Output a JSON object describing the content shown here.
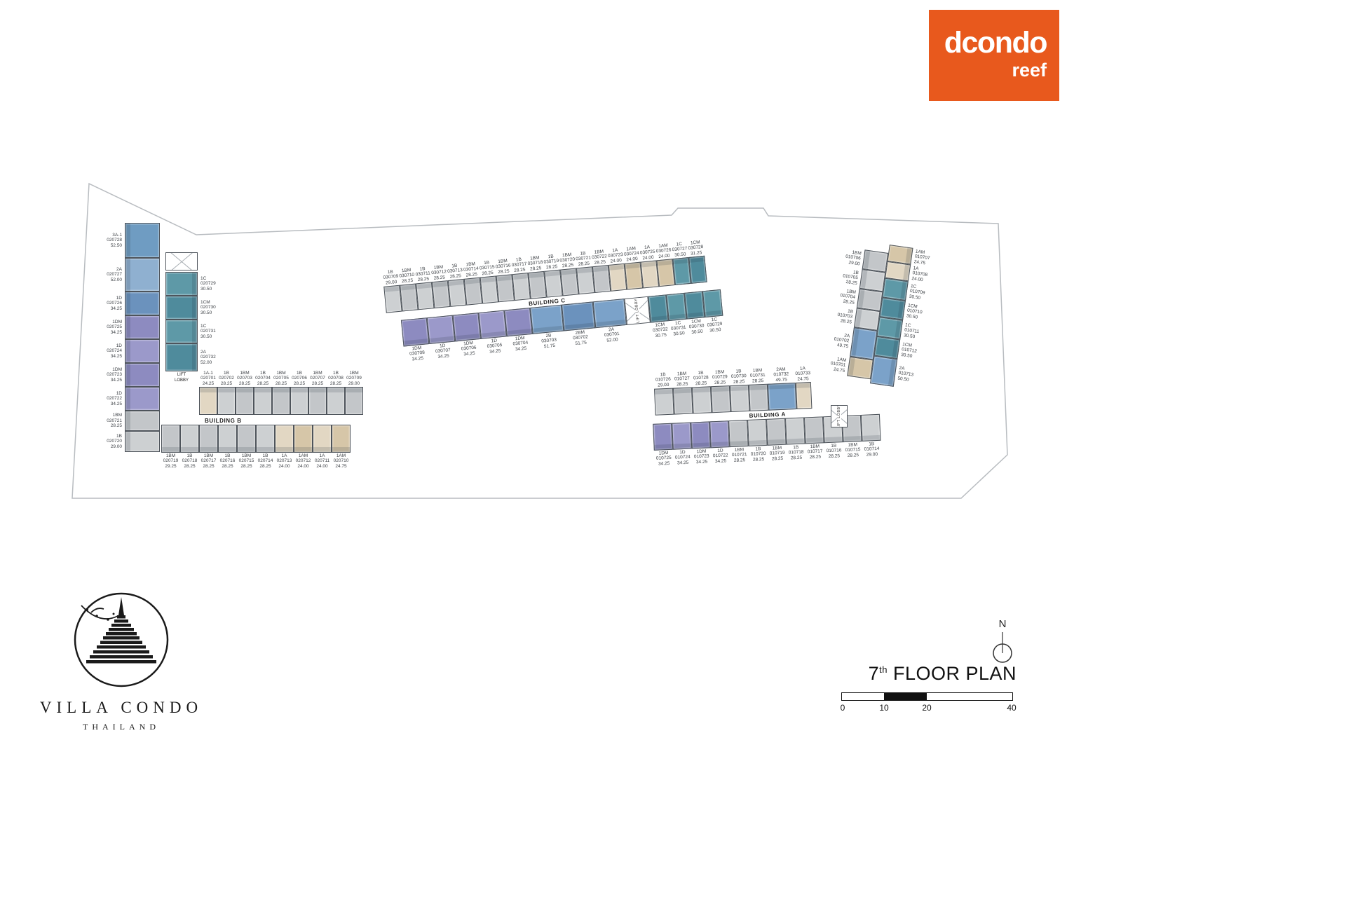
{
  "branding": {
    "dcondo_name": "dcondo",
    "dcondo_sub": "reef",
    "villa_name": "VILLA CONDO",
    "villa_sub": "THAILAND"
  },
  "title": {
    "floor_number": "7",
    "floor_suffix": "th",
    "text": " FLOOR PLAN",
    "north_label": "N",
    "scale_ticks": [
      "0",
      "10",
      "20",
      "40"
    ]
  },
  "colors": {
    "accent_orange": "#E8591D",
    "site_outline": "#b8bcc0"
  },
  "labels": {
    "building_a": "BUILDING A",
    "building_b": "BUILDING B",
    "building_c": "BUILDING C",
    "lift": "LIFT",
    "lobby": "LOBBY",
    "lift_lobby": "LIFT LOBBY"
  },
  "buildings": {
    "b": {
      "vertical_units": [
        {
          "type": "3A-1",
          "no": "020728",
          "area": "52.50",
          "color": "#6f9cc2",
          "h": 50
        },
        {
          "type": "2A",
          "no": "020727",
          "area": "52.00",
          "color": "#8fb0d0",
          "h": 48
        },
        {
          "type": "1D",
          "no": "020726",
          "area": "34.25",
          "color": "#6b92bd",
          "h": 34
        },
        {
          "type": "1DM",
          "no": "020725",
          "area": "34.25",
          "color": "#8d8bc0",
          "h": 34
        },
        {
          "type": "1D",
          "no": "020724",
          "area": "34.25",
          "color": "#9b99ca",
          "h": 34
        },
        {
          "type": "1DM",
          "no": "020723",
          "area": "34.25",
          "color": "#8d8bc0",
          "h": 34
        },
        {
          "type": "1D",
          "no": "020722",
          "area": "34.25",
          "color": "#9b99ca",
          "h": 34
        },
        {
          "type": "1BM",
          "no": "020721",
          "area": "28.25",
          "color": "#c3c6c9",
          "h": 29
        },
        {
          "type": "1B",
          "no": "020720",
          "area": "29.00",
          "color": "#cdd0d2",
          "h": 30
        }
      ],
      "lobby_units": [
        {
          "type": "1C",
          "no": "020729",
          "area": "30.50",
          "color": "#5e99a7",
          "h": 34
        },
        {
          "type": "1CM",
          "no": "020730",
          "area": "30.50",
          "color": "#4f8b9c",
          "h": 34
        },
        {
          "type": "1C",
          "no": "020731",
          "area": "30.50",
          "color": "#5e99a7",
          "h": 34
        },
        {
          "type": "2A",
          "no": "020732",
          "area": "52.00",
          "color": "#4f8b9c",
          "h": 40
        }
      ],
      "top_units": [
        {
          "type": "1A-1",
          "no": "020701",
          "area": "24.25",
          "color": "#e2d7c3"
        },
        {
          "type": "1B",
          "no": "020702",
          "area": "28.25",
          "color": "#cdd0d2"
        },
        {
          "type": "1BM",
          "no": "020703",
          "area": "28.25",
          "color": "#c3c6c9"
        },
        {
          "type": "1B",
          "no": "020704",
          "area": "28.25",
          "color": "#cdd0d2"
        },
        {
          "type": "1BM",
          "no": "020705",
          "area": "28.25",
          "color": "#c3c6c9"
        },
        {
          "type": "1B",
          "no": "020706",
          "area": "28.25",
          "color": "#cdd0d2"
        },
        {
          "type": "1BM",
          "no": "020707",
          "area": "28.25",
          "color": "#c3c6c9"
        },
        {
          "type": "1B",
          "no": "020708",
          "area": "28.25",
          "color": "#cdd0d2"
        },
        {
          "type": "1BM",
          "no": "020709",
          "area": "29.00",
          "color": "#c3c6c9"
        }
      ],
      "bottom_units": [
        {
          "type": "1BM",
          "no": "020719",
          "area": "29.25",
          "color": "#c3c6c9"
        },
        {
          "type": "1B",
          "no": "020718",
          "area": "28.25",
          "color": "#cdd0d2"
        },
        {
          "type": "1BM",
          "no": "020717",
          "area": "28.25",
          "color": "#c3c6c9"
        },
        {
          "type": "1B",
          "no": "020716",
          "area": "28.25",
          "color": "#cdd0d2"
        },
        {
          "type": "1BM",
          "no": "020715",
          "area": "28.25",
          "color": "#c3c6c9"
        },
        {
          "type": "1B",
          "no": "020714",
          "area": "28.25",
          "color": "#cdd0d2"
        },
        {
          "type": "1A",
          "no": "020713",
          "area": "24.00",
          "color": "#e2d7c3"
        },
        {
          "type": "1AM",
          "no": "020712",
          "area": "24.00",
          "color": "#d6c6a8"
        },
        {
          "type": "1A",
          "no": "020711",
          "area": "24.00",
          "color": "#e2d7c3"
        },
        {
          "type": "1AM",
          "no": "020710",
          "area": "24.75",
          "color": "#d6c6a8"
        }
      ]
    },
    "c": {
      "top_units": [
        {
          "type": "1B",
          "no": "030709",
          "area": "29.00",
          "color": "#cdd0d2"
        },
        {
          "type": "1BM",
          "no": "030710",
          "area": "28.25",
          "color": "#c3c6c9"
        },
        {
          "type": "1B",
          "no": "030711",
          "area": "28.25",
          "color": "#cdd0d2"
        },
        {
          "type": "1BM",
          "no": "030712",
          "area": "28.25",
          "color": "#c3c6c9"
        },
        {
          "type": "1B",
          "no": "030713",
          "area": "28.25",
          "color": "#cdd0d2"
        },
        {
          "type": "1BM",
          "no": "030714",
          "area": "28.25",
          "color": "#c3c6c9"
        },
        {
          "type": "1B",
          "no": "030715",
          "area": "28.25",
          "color": "#cdd0d2"
        },
        {
          "type": "1BM",
          "no": "030716",
          "area": "28.25",
          "color": "#c3c6c9"
        },
        {
          "type": "1B",
          "no": "030717",
          "area": "28.25",
          "color": "#cdd0d2"
        },
        {
          "type": "1BM",
          "no": "030718",
          "area": "28.25",
          "color": "#c3c6c9"
        },
        {
          "type": "1B",
          "no": "030719",
          "area": "28.25",
          "color": "#cdd0d2"
        },
        {
          "type": "1BM",
          "no": "030720",
          "area": "28.25",
          "color": "#c3c6c9"
        },
        {
          "type": "1B",
          "no": "030721",
          "area": "28.25",
          "color": "#cdd0d2"
        },
        {
          "type": "1BM",
          "no": "030722",
          "area": "28.25",
          "color": "#c3c6c9"
        },
        {
          "type": "1A",
          "no": "030723",
          "area": "24.00",
          "color": "#e2d7c3"
        },
        {
          "type": "1AM",
          "no": "030724",
          "area": "24.00",
          "color": "#d6c6a8"
        },
        {
          "type": "1A",
          "no": "030725",
          "area": "24.00",
          "color": "#e2d7c3"
        },
        {
          "type": "1AM",
          "no": "030726",
          "area": "24.00",
          "color": "#d6c6a8"
        },
        {
          "type": "1C",
          "no": "030727",
          "area": "30.50",
          "color": "#5e99a7"
        },
        {
          "type": "1CM",
          "no": "030728",
          "area": "31.25",
          "color": "#4f8b9c"
        }
      ],
      "bottom_units": [
        {
          "type": "1DM",
          "no": "030708",
          "area": "34.25",
          "color": "#8d8bc0"
        },
        {
          "type": "1D",
          "no": "030707",
          "area": "34.25",
          "color": "#9b99ca"
        },
        {
          "type": "1DM",
          "no": "030706",
          "area": "34.25",
          "color": "#8d8bc0"
        },
        {
          "type": "1D",
          "no": "030705",
          "area": "34.25",
          "color": "#9b99ca"
        },
        {
          "type": "1DM",
          "no": "030704",
          "area": "34.25",
          "color": "#8d8bc0"
        },
        {
          "type": "2B",
          "no": "030703",
          "area": "51.75",
          "color": "#7ba2c9",
          "w": 45
        },
        {
          "type": "2BM",
          "no": "030702",
          "area": "51.75",
          "color": "#6b92bd",
          "w": 45
        },
        {
          "type": "2A",
          "no": "030701",
          "area": "52.00",
          "color": "#7ba2c9",
          "w": 45
        }
      ],
      "east_units": [
        {
          "type": "1CM",
          "no": "030732",
          "area": "30.75",
          "color": "#4f8b9c"
        },
        {
          "type": "1C",
          "no": "030731",
          "area": "30.50",
          "color": "#5e99a7"
        },
        {
          "type": "1CM",
          "no": "030730",
          "area": "30.50",
          "color": "#4f8b9c"
        },
        {
          "type": "1C",
          "no": "030729",
          "area": "30.50",
          "color": "#5e99a7"
        }
      ]
    },
    "a": {
      "top_units": [
        {
          "type": "1B",
          "no": "010726",
          "area": "29.00",
          "color": "#cdd0d2"
        },
        {
          "type": "1BM",
          "no": "010727",
          "area": "28.25",
          "color": "#c3c6c9"
        },
        {
          "type": "1B",
          "no": "010728",
          "area": "28.25",
          "color": "#cdd0d2"
        },
        {
          "type": "1BM",
          "no": "010729",
          "area": "28.25",
          "color": "#c3c6c9"
        },
        {
          "type": "1B",
          "no": "010730",
          "area": "28.25",
          "color": "#cdd0d2"
        },
        {
          "type": "1BM",
          "no": "010731",
          "area": "28.25",
          "color": "#c3c6c9"
        },
        {
          "type": "2AM",
          "no": "010732",
          "area": "49.75",
          "color": "#7ba2c9",
          "w": 40
        },
        {
          "type": "1A",
          "no": "010733",
          "area": "24.75",
          "color": "#e2d7c3",
          "w": 22
        }
      ],
      "bottom_units": [
        {
          "type": "1DM",
          "no": "010725",
          "area": "34.25",
          "color": "#8d8bc0"
        },
        {
          "type": "1D",
          "no": "010724",
          "area": "34.25",
          "color": "#9b99ca"
        },
        {
          "type": "1DM",
          "no": "010723",
          "area": "34.25",
          "color": "#8d8bc0"
        },
        {
          "type": "1D",
          "no": "010722",
          "area": "34.25",
          "color": "#9b99ca"
        },
        {
          "type": "1BM",
          "no": "010721",
          "area": "28.25",
          "color": "#c3c6c9"
        },
        {
          "type": "1B",
          "no": "010720",
          "area": "28.25",
          "color": "#cdd0d2"
        },
        {
          "type": "1BM",
          "no": "010719",
          "area": "28.25",
          "color": "#c3c6c9"
        },
        {
          "type": "1B",
          "no": "010718",
          "area": "28.25",
          "color": "#cdd0d2"
        },
        {
          "type": "1BM",
          "no": "010717",
          "area": "28.25",
          "color": "#c3c6c9"
        },
        {
          "type": "1B",
          "no": "010716",
          "area": "28.25",
          "color": "#cdd0d2"
        },
        {
          "type": "1BM",
          "no": "010715",
          "area": "28.25",
          "color": "#c3c6c9"
        },
        {
          "type": "1B",
          "no": "010714",
          "area": "29.00",
          "color": "#cdd0d2"
        }
      ],
      "wing_left": [
        {
          "type": "1BM",
          "no": "010706",
          "area": "29.00",
          "color": "#c3c6c9",
          "h": 28
        },
        {
          "type": "1B",
          "no": "010705",
          "area": "28.25",
          "color": "#cdd0d2",
          "h": 28
        },
        {
          "type": "1BM",
          "no": "010704",
          "area": "28.25",
          "color": "#c3c6c9",
          "h": 28
        },
        {
          "type": "1B",
          "no": "010703",
          "area": "28.25",
          "color": "#cdd0d2",
          "h": 28
        },
        {
          "type": "2A",
          "no": "010702",
          "area": "49.75",
          "color": "#7ba2c9",
          "h": 42
        },
        {
          "type": "1AM",
          "no": "010701",
          "area": "24.75",
          "color": "#d6c6a8",
          "h": 28
        }
      ],
      "wing_right": [
        {
          "type": "1AM",
          "no": "010707",
          "area": "24.75",
          "color": "#d6c6a8",
          "h": 24
        },
        {
          "type": "1A",
          "no": "010708",
          "area": "24.00",
          "color": "#e2d7c3",
          "h": 24
        },
        {
          "type": "1C",
          "no": "010709",
          "area": "30.50",
          "color": "#5e99a7",
          "h": 28
        },
        {
          "type": "1CM",
          "no": "010710",
          "area": "30.50",
          "color": "#4f8b9c",
          "h": 28
        },
        {
          "type": "1C",
          "no": "010711",
          "area": "30.50",
          "color": "#5e99a7",
          "h": 28
        },
        {
          "type": "1CM",
          "no": "010712",
          "area": "30.50",
          "color": "#4f8b9c",
          "h": 28
        },
        {
          "type": "2A",
          "no": "010713",
          "area": "50.50",
          "color": "#7ba2c9",
          "h": 40
        }
      ]
    }
  }
}
